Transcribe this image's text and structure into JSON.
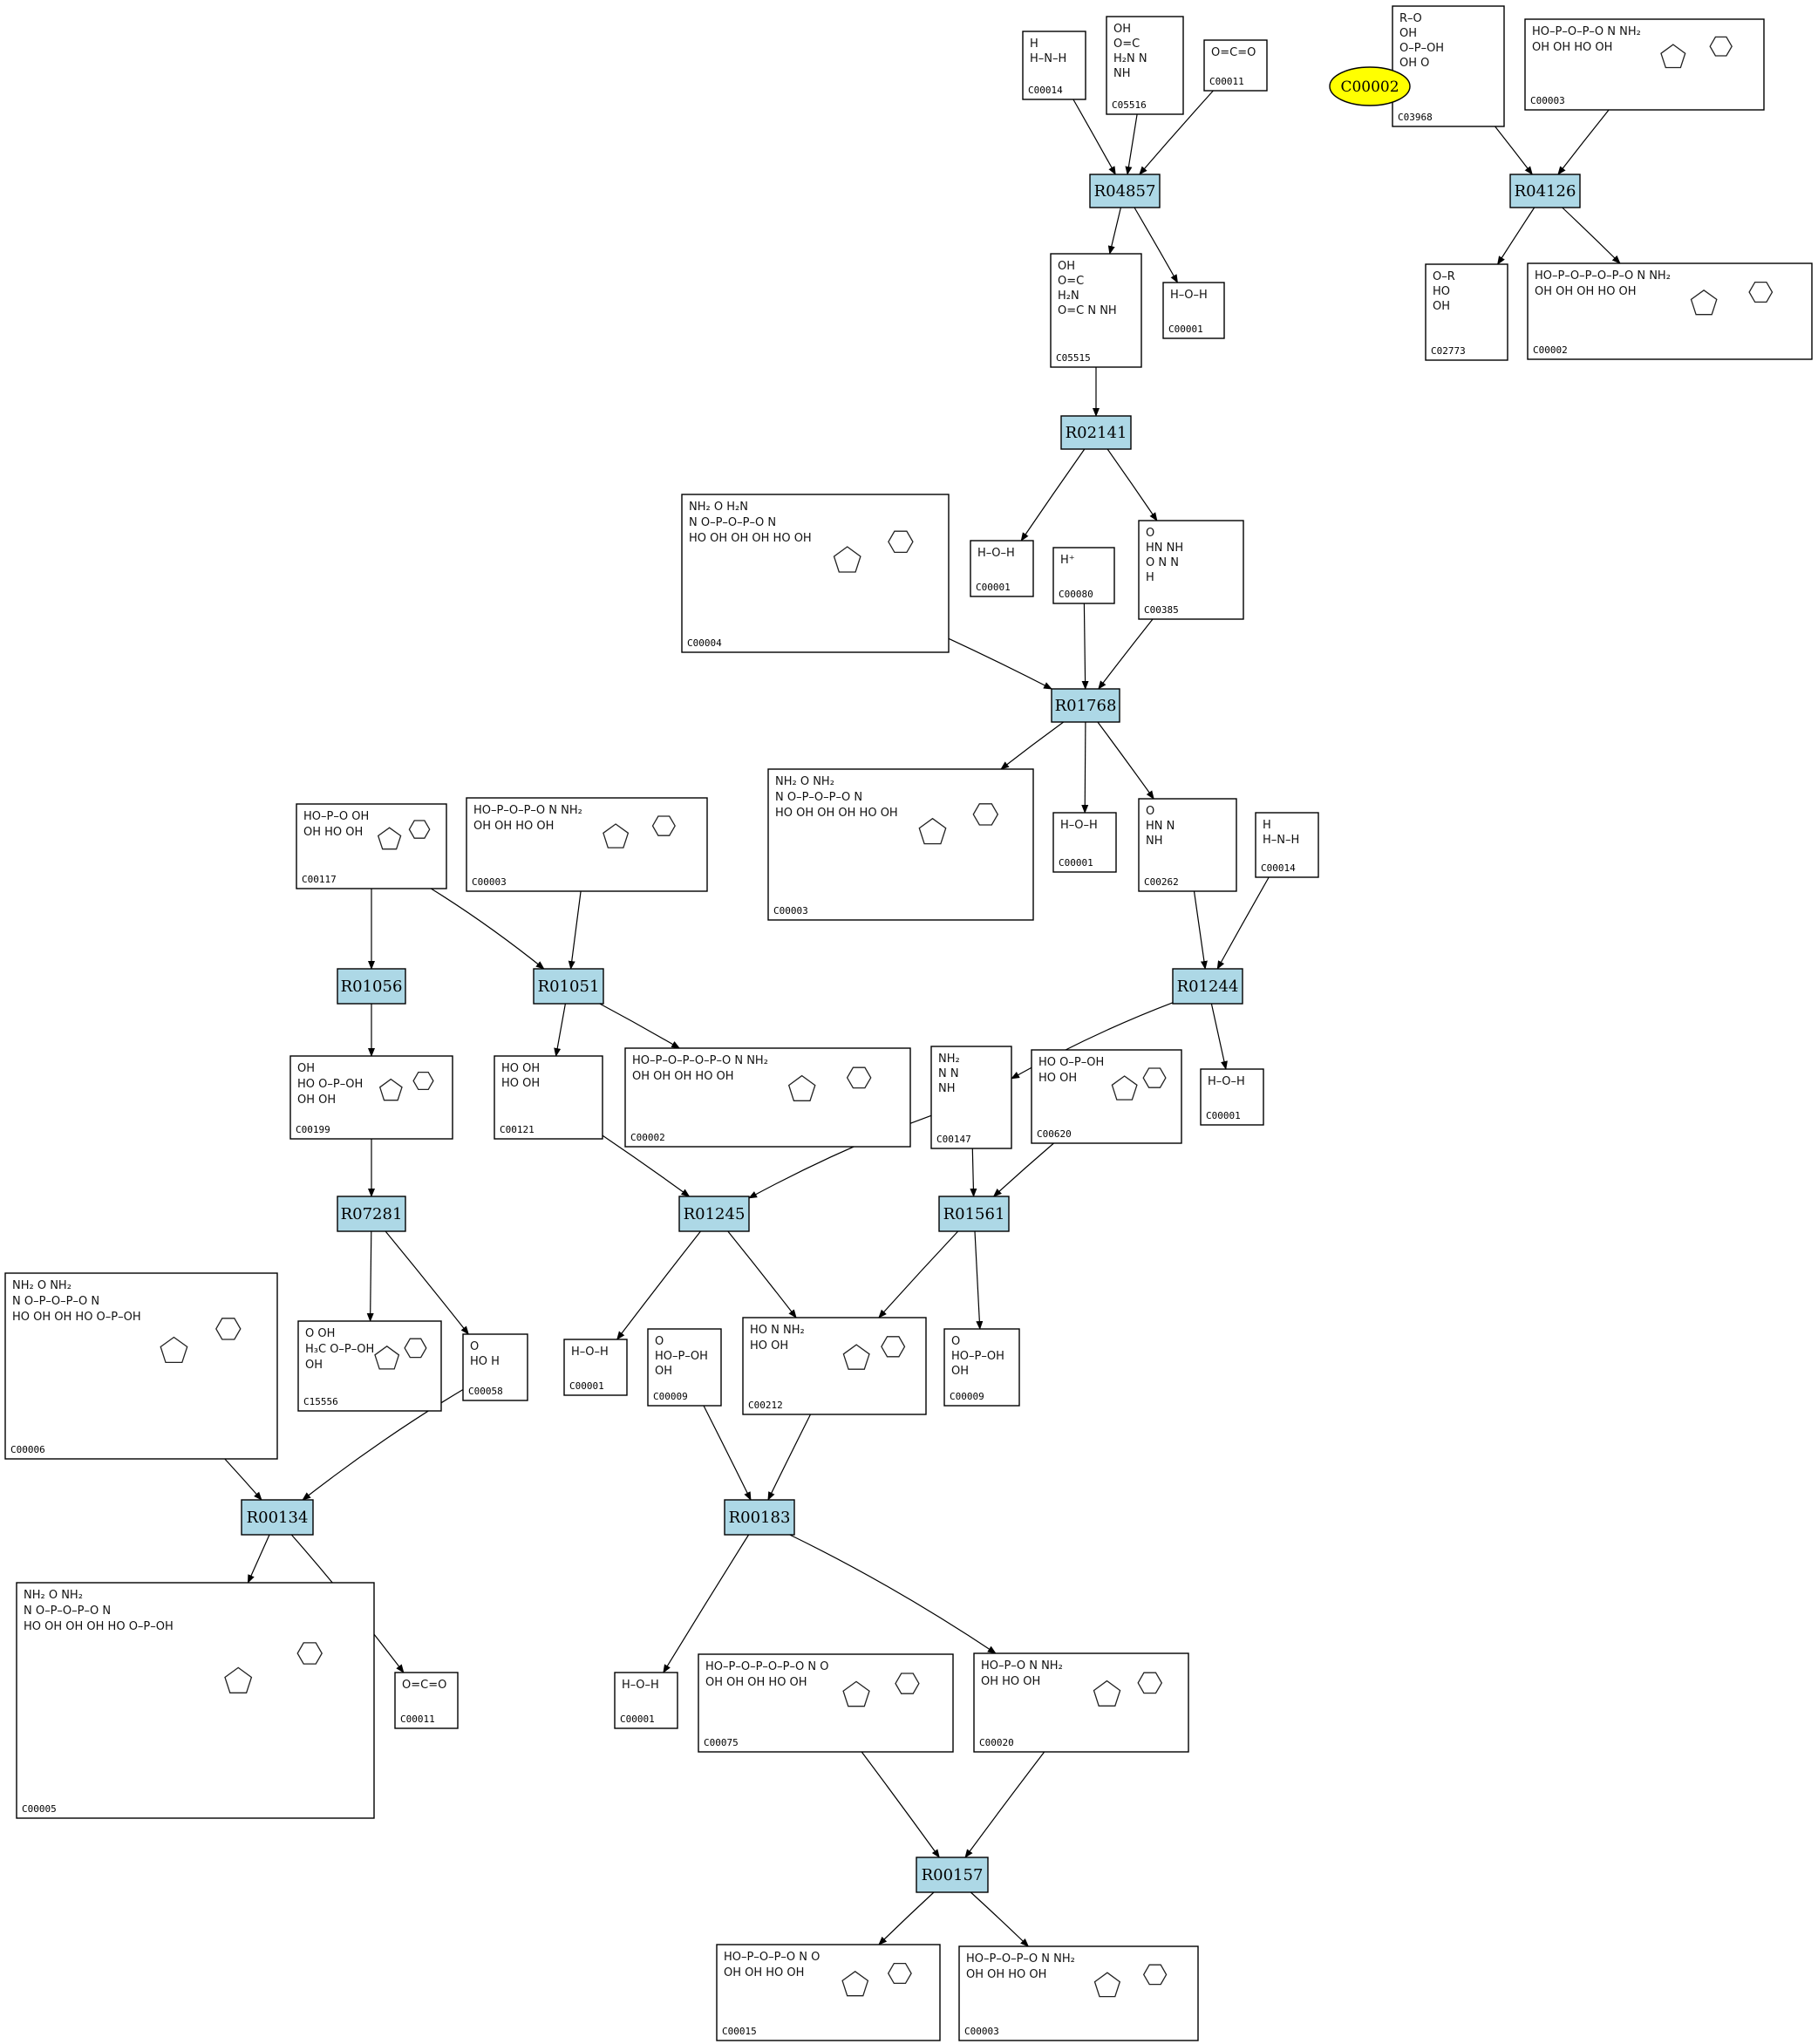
{
  "colors": {
    "reaction_fill": "#add8e6",
    "highlight_fill": "#ffff00",
    "edge": "#000000"
  },
  "highlight": {
    "id": "C00002",
    "label": "C00002"
  },
  "reactions": [
    {
      "id": "R04857",
      "label": "R04857"
    },
    {
      "id": "R04126",
      "label": "R04126"
    },
    {
      "id": "R02141",
      "label": "R02141"
    },
    {
      "id": "R01768",
      "label": "R01768"
    },
    {
      "id": "R01056",
      "label": "R01056"
    },
    {
      "id": "R01051",
      "label": "R01051"
    },
    {
      "id": "R01244",
      "label": "R01244"
    },
    {
      "id": "R07281",
      "label": "R07281"
    },
    {
      "id": "R01245",
      "label": "R01245"
    },
    {
      "id": "R01561",
      "label": "R01561"
    },
    {
      "id": "R00134",
      "label": "R00134"
    },
    {
      "id": "R00183",
      "label": "R00183"
    },
    {
      "id": "R00157",
      "label": "R00157"
    }
  ],
  "compounds": [
    {
      "id": "c1",
      "label": "C00014",
      "atoms": "H\nH–N–H"
    },
    {
      "id": "c2",
      "label": "C05516",
      "atoms": "OH\nO=C\nH₂N  N\nNH"
    },
    {
      "id": "c3",
      "label": "C00011",
      "atoms": "O=C=O"
    },
    {
      "id": "c4",
      "label": "C03968",
      "atoms": "R–O\nOH\nO–P–OH\nOH  O"
    },
    {
      "id": "c5",
      "label": "C00003",
      "atoms": "HO–P–O–P–O  N  NH₂\nOH  OH  HO  OH"
    },
    {
      "id": "c6",
      "label": "C05515",
      "atoms": "OH\nO=C\nH₂N\nO=C  N  NH"
    },
    {
      "id": "c7",
      "label": "C00001",
      "atoms": "H–O–H"
    },
    {
      "id": "c8",
      "label": "C02773",
      "atoms": "O–R\nHO\nOH"
    },
    {
      "id": "c9",
      "label": "C00002",
      "atoms": "HO–P–O–P–O–P–O  N  NH₂\nOH  OH  OH  HO  OH"
    },
    {
      "id": "c10",
      "label": "C00004",
      "atoms": "NH₂  O  H₂N\nN  O–P–O–P–O  N\nHO  OH  OH  OH  HO  OH"
    },
    {
      "id": "c11",
      "label": "C00001",
      "atoms": "H–O–H"
    },
    {
      "id": "c12",
      "label": "C00080",
      "atoms": "H⁺"
    },
    {
      "id": "c13",
      "label": "C00385",
      "atoms": "O\nHN  NH\nO  N  N\nH"
    },
    {
      "id": "c14",
      "label": "C00117",
      "atoms": "HO–P–O  OH\nOH  HO  OH"
    },
    {
      "id": "c15",
      "label": "C00003",
      "atoms": "HO–P–O–P–O  N  NH₂\nOH  OH  HO  OH"
    },
    {
      "id": "c16",
      "label": "C00003",
      "atoms": "NH₂  O  NH₂\nN  O–P–O–P–O  N\nHO  OH  OH  OH  HO  OH"
    },
    {
      "id": "c17",
      "label": "C00001",
      "atoms": "H–O–H"
    },
    {
      "id": "c18",
      "label": "C00262",
      "atoms": "O\nHN  N\nNH"
    },
    {
      "id": "c19",
      "label": "C00014",
      "atoms": "H\nH–N–H"
    },
    {
      "id": "c20",
      "label": "C00199",
      "atoms": "OH\nHO  O–P–OH\nOH  OH"
    },
    {
      "id": "c21",
      "label": "C00121",
      "atoms": "HO  OH\nHO  OH"
    },
    {
      "id": "c22",
      "label": "C00002",
      "atoms": "HO–P–O–P–O–P–O  N  NH₂\nOH  OH  OH  HO  OH"
    },
    {
      "id": "c23",
      "label": "C00147",
      "atoms": "NH₂\nN  N\nNH"
    },
    {
      "id": "c24",
      "label": "C00620",
      "atoms": "HO  O–P–OH\nHO  OH"
    },
    {
      "id": "c25",
      "label": "C00001",
      "atoms": "H–O–H"
    },
    {
      "id": "c26",
      "label": "C00006",
      "atoms": "NH₂  O  NH₂\nN  O–P–O–P–O  N\nHO  OH  OH  HO  O–P–OH"
    },
    {
      "id": "c27",
      "label": "C15556",
      "atoms": "O  OH\nH₃C  O–P–OH\nOH"
    },
    {
      "id": "c28",
      "label": "C00058",
      "atoms": "O\nHO  H"
    },
    {
      "id": "c29",
      "label": "C00001",
      "atoms": "H–O–H"
    },
    {
      "id": "c30",
      "label": "C00009",
      "atoms": "O\nHO–P–OH\nOH"
    },
    {
      "id": "c31",
      "label": "C00212",
      "atoms": "HO  N  NH₂\nHO  OH"
    },
    {
      "id": "c32",
      "label": "C00009",
      "atoms": "O\nHO–P–OH\nOH"
    },
    {
      "id": "c33",
      "label": "C00005",
      "atoms": "NH₂  O  NH₂\nN  O–P–O–P–O  N\nHO  OH  OH  OH  HO  O–P–OH"
    },
    {
      "id": "c34",
      "label": "C00011",
      "atoms": "O=C=O"
    },
    {
      "id": "c35",
      "label": "C00001",
      "atoms": "H–O–H"
    },
    {
      "id": "c36",
      "label": "C00075",
      "atoms": "HO–P–O–P–O–P–O  N  O\nOH  OH  OH  HO  OH"
    },
    {
      "id": "c37",
      "label": "C00020",
      "atoms": "HO–P–O  N  NH₂\nOH  HO  OH"
    },
    {
      "id": "c38",
      "label": "C00015",
      "atoms": "HO–P–O–P–O  N  O\nOH  OH  HO  OH"
    },
    {
      "id": "c39",
      "label": "C00003",
      "atoms": "HO–P–O–P–O  N  NH₂\nOH  OH  HO  OH"
    }
  ]
}
